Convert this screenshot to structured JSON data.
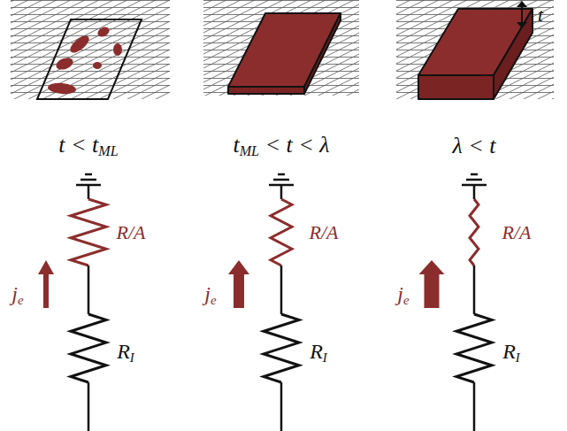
{
  "diagram": {
    "labels": [
      "t",
      "t < tML",
      "tML < t < λ",
      "λ < t",
      "R/A",
      "je",
      "RI",
      "R/A",
      "je",
      "RI",
      "R/A",
      "je",
      "RI"
    ]
  }
}
